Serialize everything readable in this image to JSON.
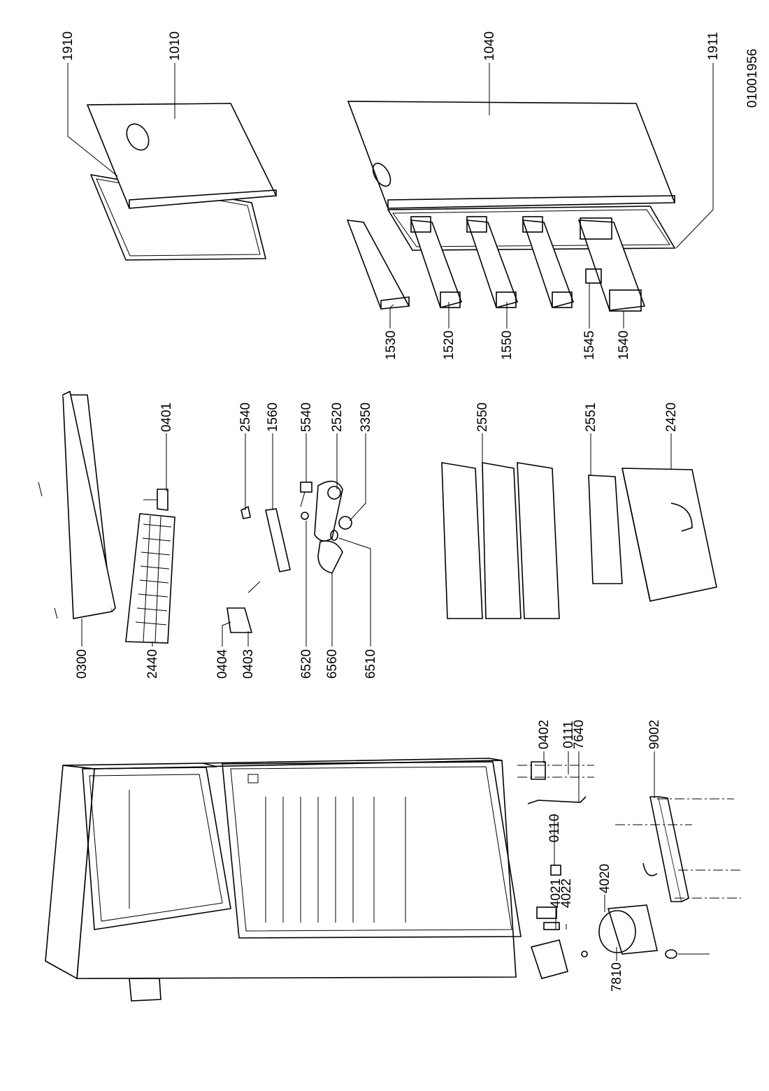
{
  "drawing_number": "01001956",
  "parts": {
    "p1910": "1910",
    "p1010": "1010",
    "p1040": "1040",
    "p1911": "1911",
    "p1530": "1530",
    "p1520": "1520",
    "p1550": "1550",
    "p1545": "1545",
    "p1540": "1540",
    "p0401": "0401",
    "p2540": "2540",
    "p1560": "1560",
    "p5540": "5540",
    "p2520": "2520",
    "p3350": "3350",
    "p0300": "0300",
    "p2440": "2440",
    "p0404": "0404",
    "p0403": "0403",
    "p6520": "6520",
    "p6560": "6560",
    "p6510": "6510",
    "p2550": "2550",
    "p2551": "2551",
    "p2420": "2420",
    "p0402": "0402",
    "p0111": "0111",
    "p7640": "7640",
    "p0110": "0110",
    "p4021": "4021",
    "p4022": "4022",
    "p4020": "4020",
    "p9002": "9002",
    "p7810": "7810"
  }
}
